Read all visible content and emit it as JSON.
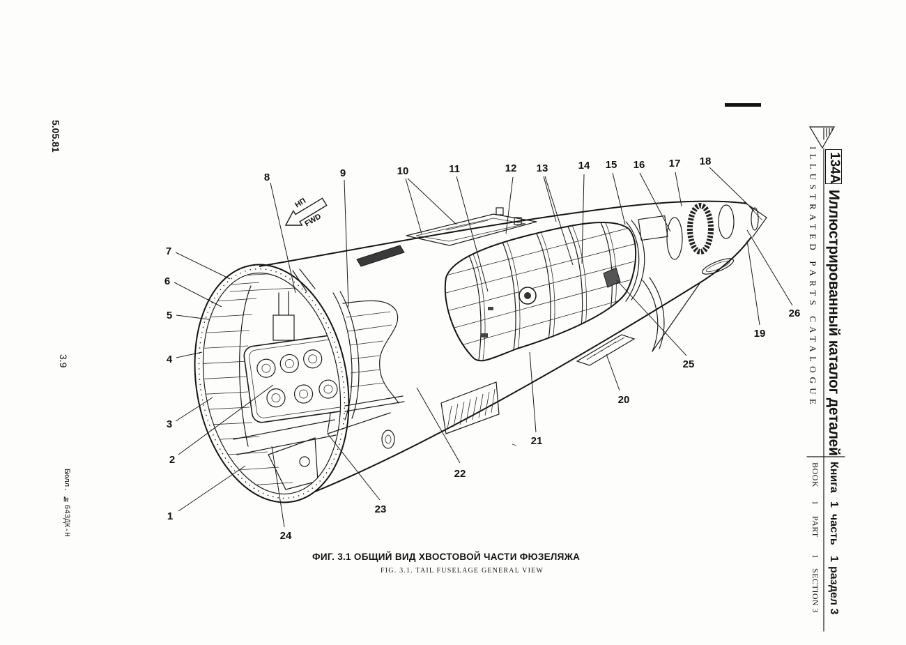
{
  "left_margin": {
    "date": "5.05.81",
    "page_number": "3.9",
    "bulletin": "Бюлл. №643ДК-Н"
  },
  "header": {
    "model": "134А",
    "title_ru": "Иллюстрированный каталог деталей",
    "title_en": "ILLUSTRATED PARTS CATALOGUE",
    "book_ru": "Книга",
    "book_no": "1",
    "part_ru": "часть",
    "part_no": "1",
    "section_ru": "раздел 3",
    "book_en": "BOOK",
    "part_en": "PART",
    "section_en": "SECTION 3"
  },
  "figure": {
    "direction_ru": "НП",
    "direction_en": "FWD",
    "callouts": [
      "1",
      "2",
      "3",
      "4",
      "5",
      "6",
      "7",
      "8",
      "9",
      "10",
      "11",
      "12",
      "13",
      "14",
      "15",
      "16",
      "17",
      "18",
      "19",
      "20",
      "21",
      "22",
      "23",
      "24",
      "25",
      "26"
    ]
  },
  "caption": {
    "ru": "ФИГ. 3.1  ОБЩИЙ ВИД ХВОСТОВОЙ ЧАСТИ ФЮЗЕЛЯЖА",
    "en": "FIG. 3.1. TAIL FUSELAGE GENERAL VIEW"
  }
}
